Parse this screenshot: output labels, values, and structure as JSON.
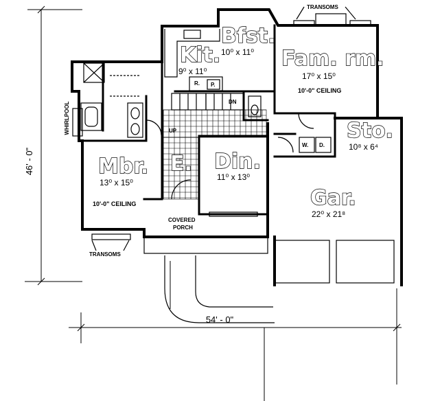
{
  "rooms": {
    "bfst": {
      "name": "Bfst.",
      "size": "10⁰ x 11⁰"
    },
    "kit": {
      "name": "Kit.",
      "size": "9⁰ x 11⁰"
    },
    "fam": {
      "name": "Fam. rm.",
      "size": "17⁰ x 15⁰",
      "ceiling": "10'-0\" CEILING"
    },
    "sto": {
      "name": "Sto.",
      "size": "10⁸ x 6⁴"
    },
    "mbr": {
      "name": "Mbr.",
      "size": "13⁰ x 15⁰",
      "ceiling": "10'-0\" CEILING"
    },
    "entry": {
      "name": "E."
    },
    "din": {
      "name": "Din.",
      "size": "11⁰ x 13⁰"
    },
    "gar": {
      "name": "Gar.",
      "size": "22⁰ x 21⁸"
    }
  },
  "labels": {
    "transoms_top": "TRANSOMS",
    "transoms_bottom": "TRANSOMS",
    "whirlpool": "WHIRLPOOL",
    "covered_porch_1": "COVERED",
    "covered_porch_2": "PORCH",
    "up": "UP",
    "dn": "DN",
    "ref": "R.",
    "pantry": "P.",
    "washer": "W.",
    "dryer": "D."
  },
  "dimensions": {
    "depth": "46' - 0\"",
    "width": "54' - 0\""
  }
}
